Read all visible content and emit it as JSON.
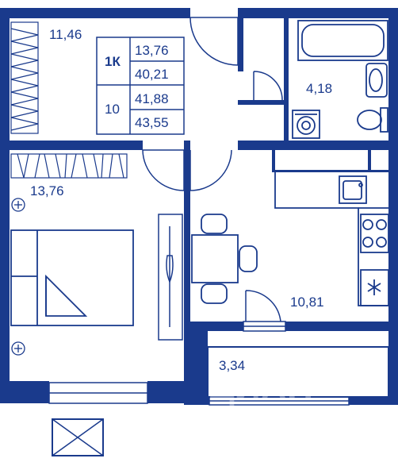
{
  "rooms": {
    "living": "11,46",
    "bedroom": "13,76",
    "bathroom": "4,18",
    "kitchen": "10,81",
    "balcony": "3,34"
  },
  "info_table": {
    "rooms_label": "1К",
    "floor": "10",
    "values": [
      "13,76",
      "40,21",
      "41,88",
      "43,55"
    ]
  },
  "watermark": "ЦИАН",
  "colors": {
    "wall": "#1a3a8c",
    "line": "#1a3a8c",
    "background": "#ffffff"
  },
  "icons": [
    "bathtub-icon",
    "sink-icon",
    "toilet-icon",
    "washing-machine-icon",
    "stove-icon",
    "kitchen-sink-icon",
    "fridge-icon",
    "bed-icon",
    "dining-table-icon",
    "socket-icon",
    "wardrobe-icon",
    "radiator-icon"
  ]
}
